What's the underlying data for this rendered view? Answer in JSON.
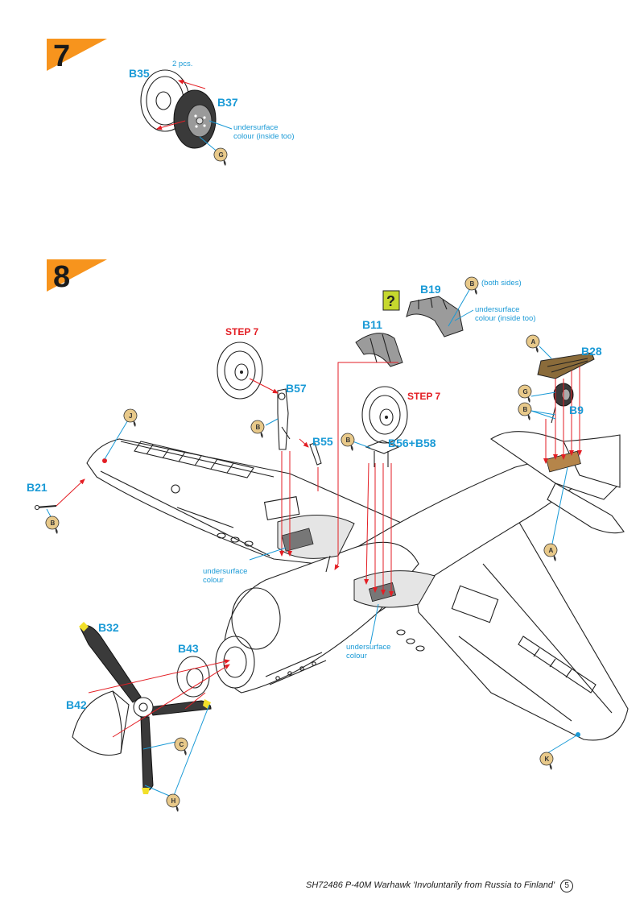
{
  "steps": [
    {
      "number": "7",
      "labels": {
        "b35": "B35",
        "b37": "B37",
        "qty": "2 pcs."
      },
      "note": [
        "undersurface",
        "colour (inside too)"
      ],
      "colour_code": "G"
    },
    {
      "number": "8",
      "labels": {
        "b19": "B19",
        "b11": "B11",
        "b28": "B28",
        "b57": "B57",
        "b9": "B9",
        "b55": "B55",
        "b56b58": "B56+B58",
        "b21": "B21",
        "b32": "B32",
        "b43": "B43",
        "b42": "B42"
      },
      "refs": {
        "step7_left": "STEP 7",
        "step7_right": "STEP 7"
      },
      "notes": {
        "both_sides": "(both sides)",
        "b19_note": [
          "undersurface",
          "colour (inside too)"
        ],
        "left_well": [
          "undersurface",
          "colour"
        ],
        "center_well": [
          "undersurface",
          "colour"
        ]
      },
      "colour_codes": {
        "b19": "B",
        "b28": "A",
        "b9_g": "G",
        "b9_b": "B",
        "b57": "B",
        "b55": "B",
        "j": "J",
        "b21": "B",
        "tail_a": "A",
        "k": "K",
        "prop_c": "C",
        "prop_h": "H"
      },
      "check_icon": "?"
    }
  ],
  "footer": {
    "text": "SH72486  P-40M Warhawk  'Involuntarily from Russia to Finland'",
    "page": "5"
  },
  "colors": {
    "accent_orange": "#f7941d",
    "part_blue": "#1a9ad6",
    "ref_red": "#e31e24",
    "paint_tan": "#e8c98a",
    "check_green": "#c6d82e"
  }
}
